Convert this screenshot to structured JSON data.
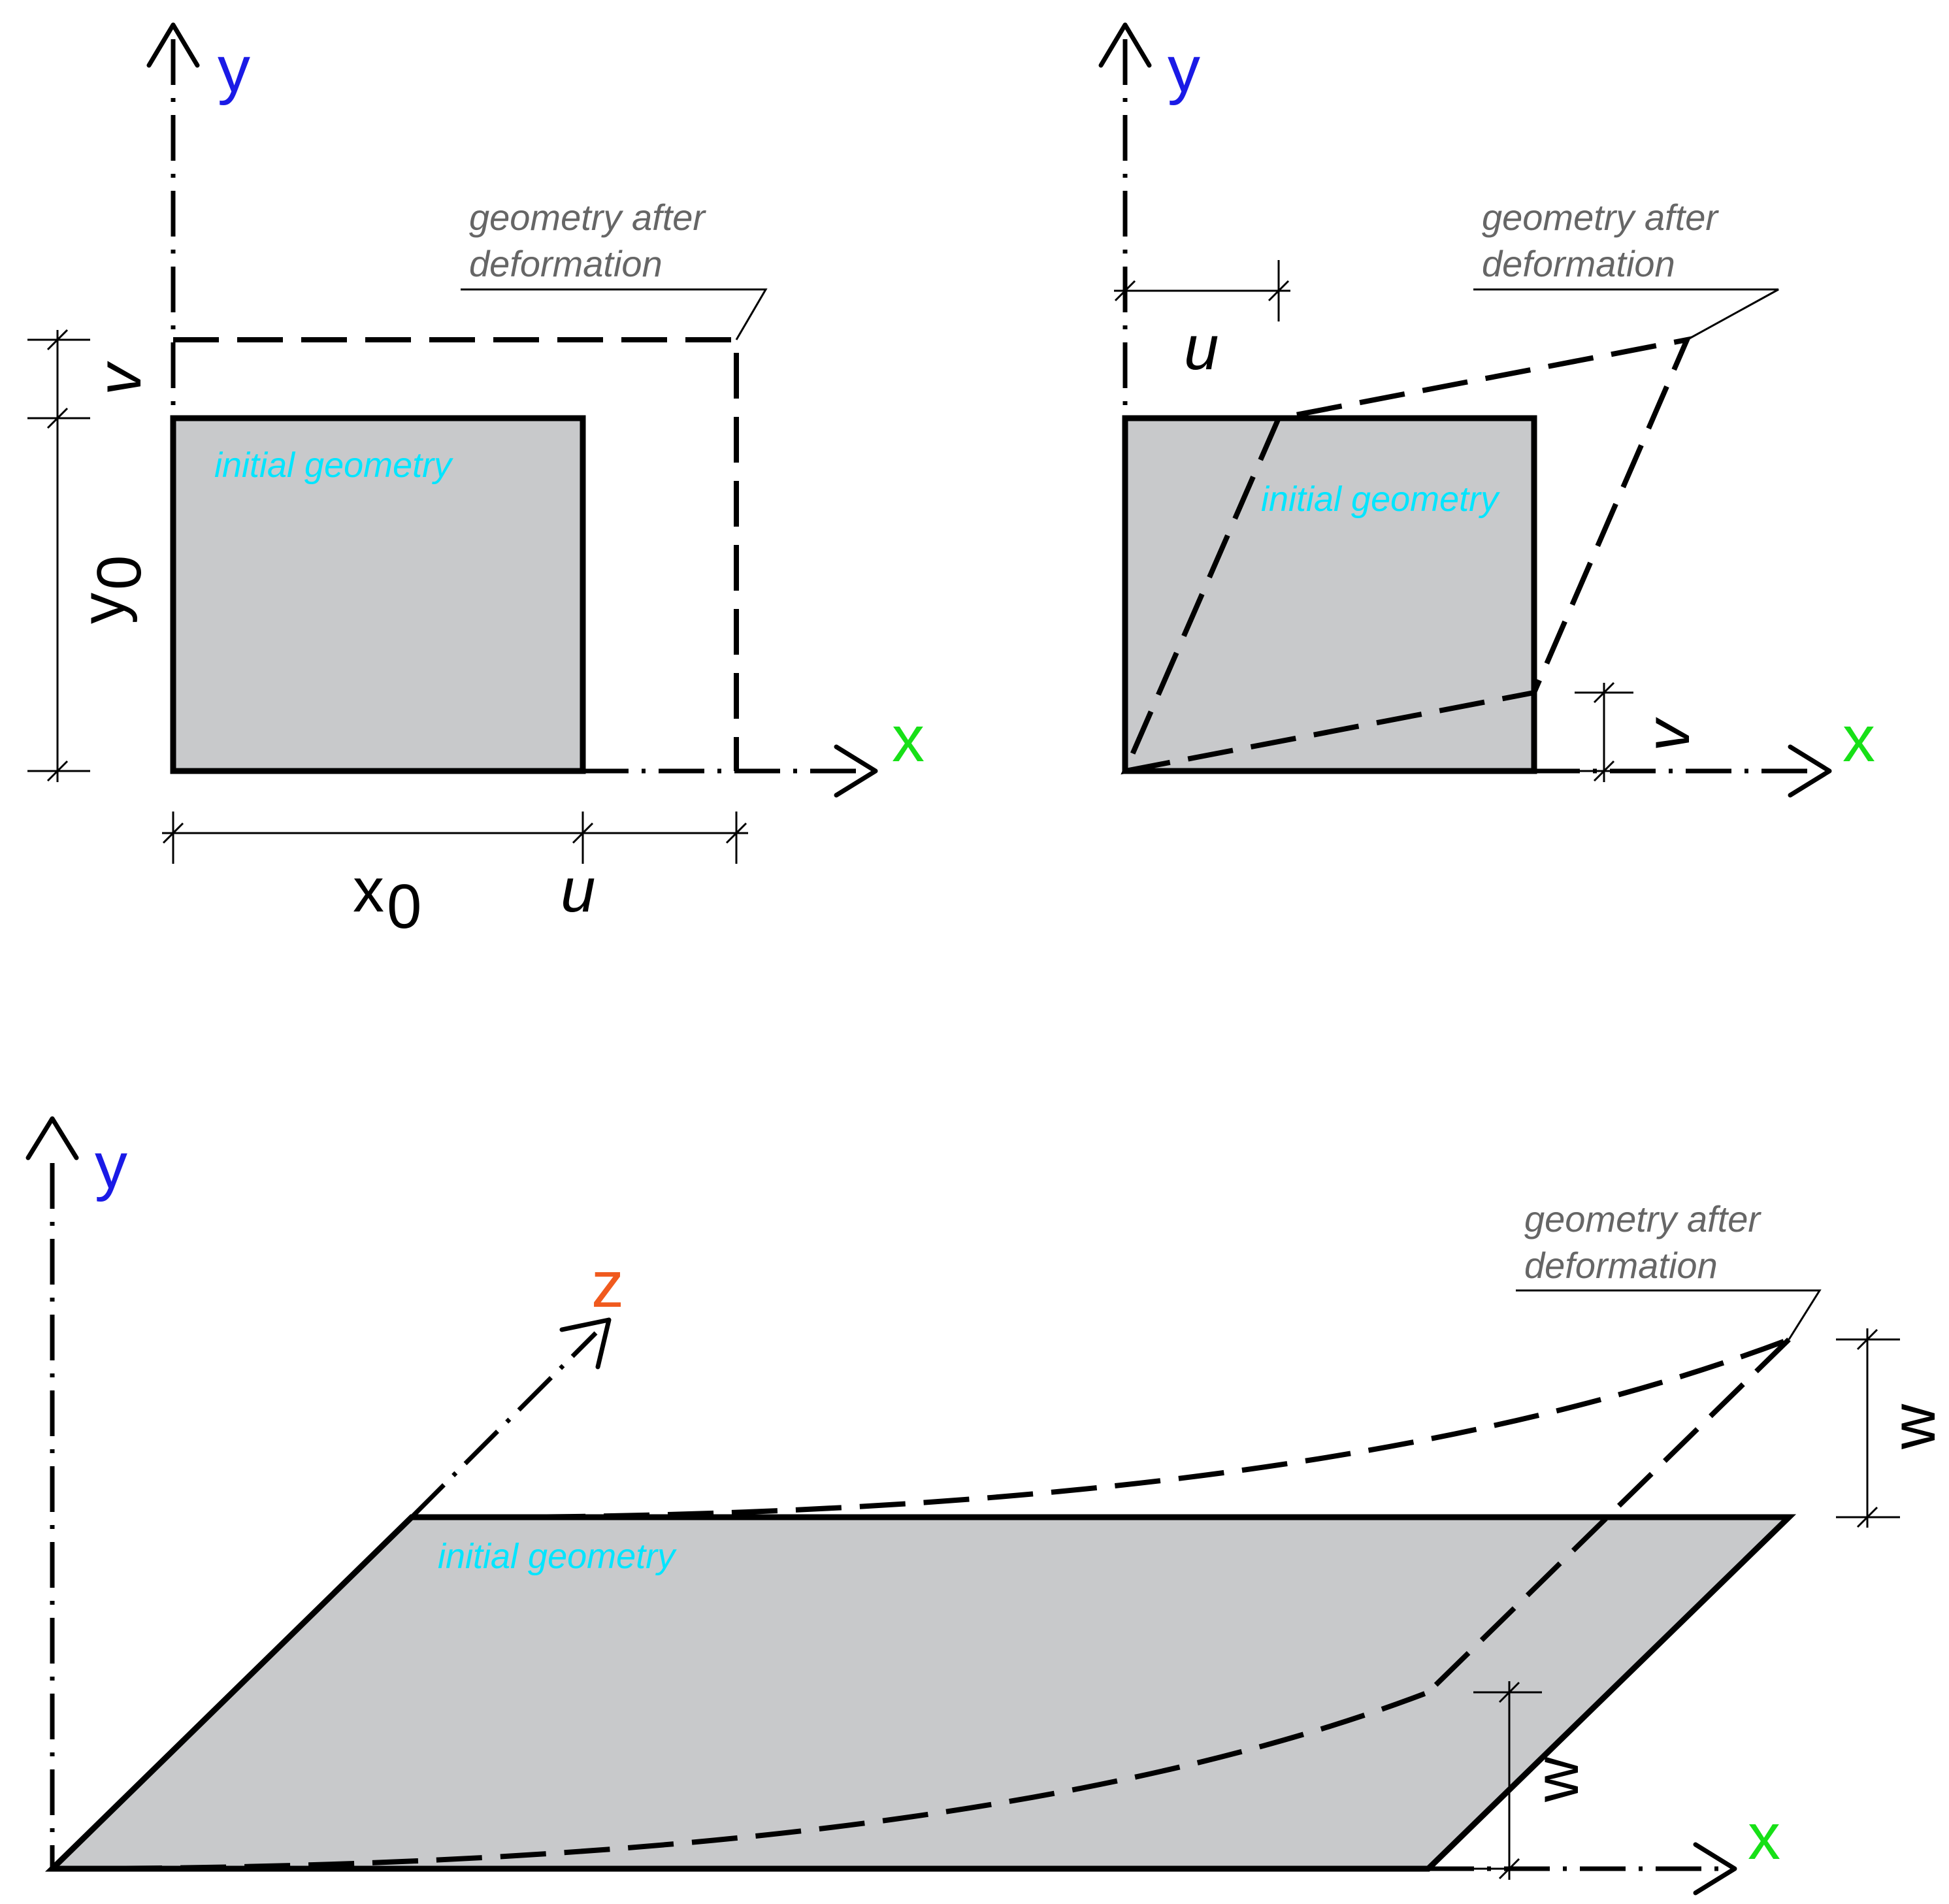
{
  "colors": {
    "y_axis": "#1a1ae6",
    "x_axis": "#17e017",
    "z_axis": "#f05a1e",
    "initial_label": "#00e5ff",
    "note": "#666666",
    "fill": "#c8c9cb"
  },
  "panel1": {
    "y_label": "y",
    "x_label": "x",
    "note_line1": "geometry after",
    "note_line2": "deformation",
    "initial": "initial geometry",
    "dim_x0": "x",
    "dim_x0_sub": "0",
    "dim_u": "u",
    "dim_y0": "y",
    "dim_y0_sub": "0",
    "dim_v": "v"
  },
  "panel2": {
    "y_label": "y",
    "x_label": "x",
    "note_line1": "geometry after",
    "note_line2": "deformation",
    "initial": "initial geometry",
    "dim_u": "u",
    "dim_v": "v"
  },
  "panel3": {
    "y_label": "y",
    "x_label": "x",
    "z_label": "z",
    "note_line1": "geometry after",
    "note_line2": "deformation",
    "initial": "initial geometry",
    "dim_w_right": "w",
    "dim_w_front": "w"
  }
}
